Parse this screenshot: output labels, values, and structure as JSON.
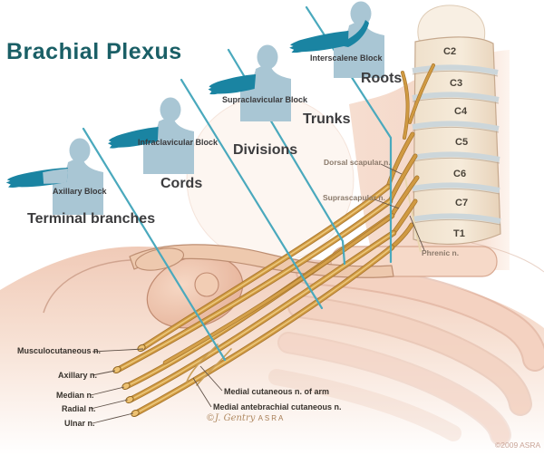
{
  "title": "Brachial Plexus",
  "sections": {
    "terminal": "Terminal branches",
    "cords": "Cords",
    "divisions": "Divisions",
    "trunks": "Trunks",
    "roots": "Roots"
  },
  "blocks": {
    "axillary": "Axillary Block",
    "infraclavicular": "Infraclavicular Block",
    "supraclavicular": "Supraclavicular Block",
    "interscalene": "Interscalene Block"
  },
  "spine": {
    "labels": [
      "C2",
      "C3",
      "C4",
      "C5",
      "C6",
      "C7",
      "T1"
    ]
  },
  "nerves": {
    "dorsal_scapular": "Dorsal scapular n.",
    "suprascapular": "Suprascapular n.",
    "phrenic": "Phrenic n.",
    "musculocutaneous": "Musculocutaneous n.",
    "axillary": "Axillary n.",
    "median": "Median n.",
    "radial": "Radial n.",
    "ulnar": "Ulnar n.",
    "medial_cutaneous_arm": "Medial cutaneous n. of arm",
    "medial_antebrachial": "Medial antebrachial cutaneous n."
  },
  "signature": {
    "mark": "©",
    "artist": "J. Gentry",
    "org": "ASRA"
  },
  "copyright": "©2009 ASRA",
  "colors": {
    "accent_teal": "#1a5f66",
    "block_line_teal": "#4aa9bd",
    "figure_body_blue": "#a9c6d4",
    "figure_arm_teal": "#1a84a2",
    "nerve_gold": "#d09a42",
    "bone_cream": "#f3e6d3",
    "skin_pink": "#f5d9c8"
  }
}
